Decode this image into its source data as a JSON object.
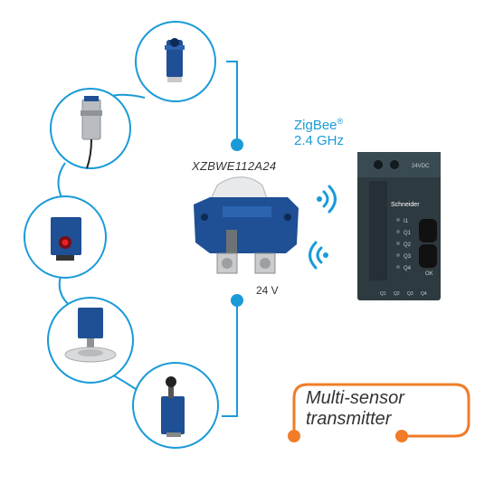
{
  "model": "XZBWE112A24",
  "wireless": {
    "protocol": "ZigBee",
    "mark": "®",
    "band": "2.4 GHz"
  },
  "voltage": "24 V",
  "caption": {
    "line1": "Multi-sensor",
    "line2": "transmitter"
  },
  "receiver": {
    "brand": "Schneider",
    "supply": "24VDC",
    "inputs": [
      "I1",
      "Q1",
      "Q2",
      "Q3",
      "Q4"
    ],
    "ok_label": "OK",
    "bottom_terminals": [
      "Q1",
      "Q2",
      "Q3",
      "Q4"
    ]
  },
  "sensors": [
    {
      "kind": "cylindrical-photoelectric-sensor"
    },
    {
      "kind": "inductive-proximity-sensor"
    },
    {
      "kind": "block-photoelectric-sensor"
    },
    {
      "kind": "pressure-switch"
    },
    {
      "kind": "roller-limit-switch"
    }
  ],
  "colors": {
    "link": "#1a9bd7",
    "accent": "#f07c27",
    "device_blue": "#1f4f94",
    "receiver_body": "#2d3a40"
  }
}
